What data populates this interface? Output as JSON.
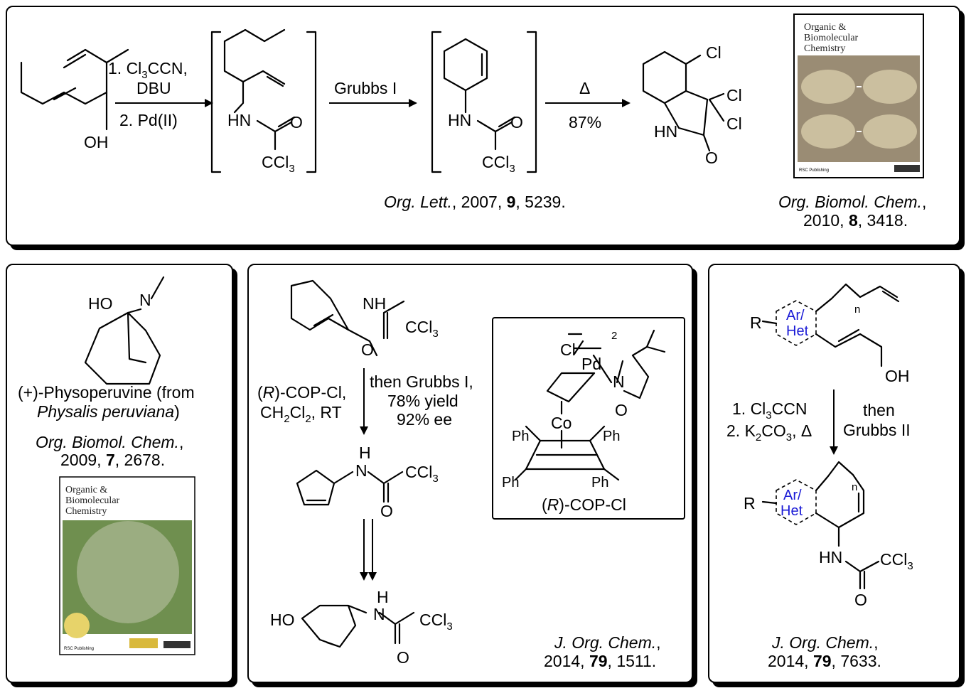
{
  "panel_top": {
    "reagents_1": [
      "1. Cl",
      "3",
      "CCN,",
      "DBU",
      "2. Pd(II)"
    ],
    "hydroxyl": "OH",
    "amide_nh": "HN",
    "carbonyl_o": "O",
    "ccl3": [
      "CCl",
      "3"
    ],
    "grubbs_label": "Grubbs I",
    "heat_label": "Δ",
    "yield_label": "87%",
    "product_cl": "Cl",
    "product_hn": "HN",
    "product_o": "O",
    "citation": {
      "journal": "Org. Lett.",
      "year": ", 2007, ",
      "volume": "9",
      "pages": ", 5239."
    },
    "cover": {
      "title_lines": [
        "Organic &",
        "Biomolecular",
        "Chemistry"
      ],
      "publisher": "RSC Publishing"
    },
    "cover_citation": {
      "journal": "Org. Biomol. Chem.",
      "line2_year": "2010, ",
      "volume": "8",
      "pages": ", 3418."
    }
  },
  "panel_left": {
    "ho": "HO",
    "n": "N",
    "name_line1": "(+)-Physoperuvine (from",
    "name_line2": "Physalis peruviana",
    "name_line2_end": ")",
    "citation": {
      "journal": "Org. Biomol. Chem.",
      "line2_year": "2009, ",
      "volume": "7",
      "pages": ", 2678."
    },
    "cover": {
      "title_lines": [
        "Organic &",
        "Biomolecular",
        "Chemistry"
      ],
      "publisher": "RSC Publishing"
    }
  },
  "panel_mid": {
    "nh": "NH",
    "o": "O",
    "ccl3": [
      "CCl",
      "3"
    ],
    "conditions_left": [
      "(",
      "R",
      ")-COP-Cl,",
      "CH",
      "2",
      "Cl",
      "2",
      ", RT"
    ],
    "conditions_right": [
      "then Grubbs I,",
      "78% yield",
      "92% ee"
    ],
    "h": "H",
    "n": "N",
    "ho": "HO",
    "catalyst": {
      "cl": "Cl",
      "pd": "Pd",
      "n": "N",
      "o": "O",
      "co": "Co",
      "ph": "Ph",
      "dimer": "2",
      "name_pre": "(",
      "name_r": "R",
      "name_post": ")-COP-Cl"
    },
    "citation": {
      "journal": "J. Org. Chem.",
      "line2_year": "2014, ",
      "volume": "79",
      "pages": ", 1511."
    }
  },
  "panel_right": {
    "r": "R",
    "ar": "Ar/",
    "het": "Het",
    "n_sub": "n",
    "oh": "OH",
    "step1": [
      "1. Cl",
      "3",
      "CCN"
    ],
    "step2": [
      "2. K",
      "2",
      "CO",
      "3",
      ", Δ"
    ],
    "then": [
      "then",
      "Grubbs II"
    ],
    "hn": "HN",
    "o": "O",
    "ccl3": [
      "CCl",
      "3"
    ],
    "citation": {
      "journal": "J. Org. Chem.",
      "line2_year": "2014, ",
      "volume": "79",
      "pages": ", 7633."
    }
  },
  "colors": {
    "hetero_label": "#1a1ad6",
    "cover_bg": "#9a8c74",
    "cover2_bg": "#6f8f4f"
  }
}
